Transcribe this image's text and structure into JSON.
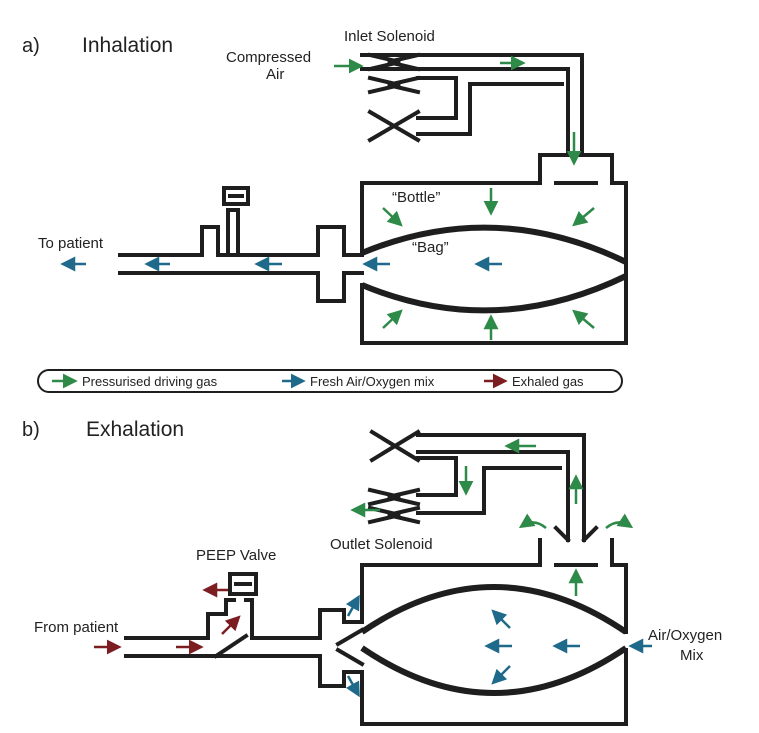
{
  "colors": {
    "driving": "#2e8a48",
    "fresh": "#1f6a8a",
    "exhaled": "#7c1d22",
    "line": "#1e1e1e",
    "text": "#222222"
  },
  "panel_a": {
    "letter": "a)",
    "title": "Inhalation",
    "compressed_air": [
      "Compressed",
      "Air"
    ],
    "inlet_solenoid": "Inlet Solenoid",
    "bottle": "“Bottle”",
    "bag": "“Bag”",
    "to_patient": "To patient"
  },
  "legend": {
    "driving": "Pressurised driving gas",
    "fresh": "Fresh Air/Oxygen mix",
    "exhaled": "Exhaled gas"
  },
  "panel_b": {
    "letter": "b)",
    "title": "Exhalation",
    "outlet_solenoid": "Outlet Solenoid",
    "peep_valve": "PEEP Valve",
    "from_patient": "From patient",
    "air_oxygen_mix": [
      "Air/Oxygen",
      "Mix"
    ]
  }
}
